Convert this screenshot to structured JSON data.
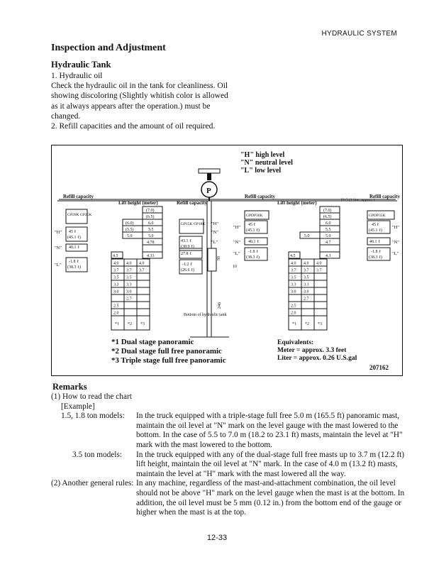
{
  "header": {
    "section": "HYDRAULIC SYSTEM"
  },
  "title": "Inspection and Adjustment",
  "subtitle": "Hydraulic Tank",
  "intro": {
    "item1_heading": "1.  Hydraulic oil",
    "item1_text": "Check the hydraulic oil in the tank for cleanliness. Oil showing discoloring (Slightly whitish color is allowed as it always appears after the operation.) must be changed.",
    "item2_text": "2.  Refill capacities and the amount of oil required."
  },
  "figure": {
    "level_h": "\"H\" high level",
    "level_n": "\"N\" neutral level",
    "level_l": "\"L\" low level",
    "refill_capacity": "Refill capacity",
    "lift_height": "Lift height (meter)",
    "legend1": "*1 Dual stage panoramic",
    "legend2": "*2 Dual stage full free panoramic",
    "legend3": "*3 Triple stage full free panoramic",
    "equiv_title": "Equivalents:",
    "equiv_meter": "Meter = approx. 3.3 feet",
    "equiv_liter": "Liter = approx. 0.26 U.S.gal",
    "fig_number": "207162",
    "bottom_label": "Bottom of hydraulic tank",
    "dim_246": "246",
    "dim_50": "50",
    "dim_10": "10",
    "hint": "H=5 (1 liter, approx.)",
    "left_models": "GP20K GP25K",
    "mid_models": "GP15K GP18K",
    "right_models": "GPDP30K",
    "far_right_models": "GPDP35K",
    "mark_h": "\"H\"",
    "mark_n": "\"N\"",
    "mark_l": "\"L\"",
    "left_vals": [
      "45 ℓ",
      "(45.1 ℓ)",
      "40.1 ℓ",
      "-1.8 ℓ",
      "(38.3 ℓ)"
    ],
    "mid_vals": [
      "43.1 ℓ",
      "(30.9 ℓ)",
      "27.8 ℓ",
      "-1.2 ℓ",
      "(26.6 ℓ)"
    ],
    "right_vals": [
      "45 ℓ",
      "(45.1 ℓ)",
      "40.1 ℓ",
      "-1.8 ℓ",
      "(38.3 ℓ)"
    ],
    "far_right_vals": [
      "45 ℓ",
      "(45.1 ℓ)",
      "40.1 ℓ",
      "-1.8 ℓ",
      "(38.3 ℓ)"
    ],
    "left_col3_top": [
      "(7.0)",
      "(6.5)",
      "6.0",
      "5.5",
      "5.0",
      "4.78"
    ],
    "left_col1_top": [
      "(6.0)",
      "(5.5)",
      "5.0"
    ],
    "left_chart_rows": [
      [
        "4.0",
        "4.0",
        "4.0"
      ],
      [
        "3.7",
        "3.7",
        "3.7"
      ],
      [
        "3.5",
        "3.5",
        ""
      ],
      [
        "3.3",
        "3.3",
        ""
      ],
      [
        "3.0",
        "3.0",
        ""
      ],
      [
        "",
        "2.7",
        ""
      ],
      [
        "2.5",
        "",
        ""
      ],
      [
        "2.0",
        "",
        ""
      ]
    ],
    "left_extra": [
      "4.5",
      "4.33"
    ],
    "right_col3_top": [
      "(7.0)",
      "(6.5)",
      "6.0",
      "5.5"
    ],
    "right_col1_top": [
      "5.0",
      "5.0",
      "4.7"
    ],
    "right_extra": [
      "4.5",
      "4.3"
    ],
    "right_chart_rows": [
      [
        "4.0",
        "4.0",
        "4.0"
      ],
      [
        "3.7",
        "3.7",
        "3.7"
      ],
      [
        "3.5",
        "3.5",
        ""
      ],
      [
        "3.3",
        "3.3",
        ""
      ],
      [
        "3.0",
        "3.0",
        ""
      ],
      [
        "",
        "2.7",
        ""
      ],
      [
        "2.5",
        "",
        ""
      ],
      [
        "2.0",
        "",
        ""
      ]
    ],
    "col_marks": [
      "*1",
      "*2",
      "*3"
    ]
  },
  "remarks": {
    "title": "Remarks",
    "r1": "(1)  How to read the chart",
    "example": "[Example]",
    "a_label": "1.5, 1.8 ton models:",
    "a_text": "In the truck equipped with a triple-stage full free 5.0 m (165.5 ft) panoramic mast, maintain the oil level at \"N\" mark on the level gauge with the mast lowered to the bottom. In the case of 5.5 to 7.0 m (18.2 to 23.1 ft) masts, maintain the level at \"H\" mark with the mast lowered to the bottom.",
    "b_label": "3.5 ton models:",
    "b_text": "In the truck equipped with any of the dual-stage full free masts up to 3.7 m (12.2 ft) lift height, maintain the oil level at \"N\" mark. In the case of 4.0 m (13.2 ft) masts, maintain the level at \"H\" mark with the mast lowered all the way.",
    "r2_label": "(2)  Another general rules:",
    "r2_text": "In any machine, regardless of the mast-and-attachment combination, the oil level should not be above \"H\" mark on the level gauge when the mast is at the bottom. In addition, the oil level must be 5 mm (0.12 in.) from the bottom end of the gauge or higher when the mast is at the top."
  },
  "page_number": "12-33"
}
